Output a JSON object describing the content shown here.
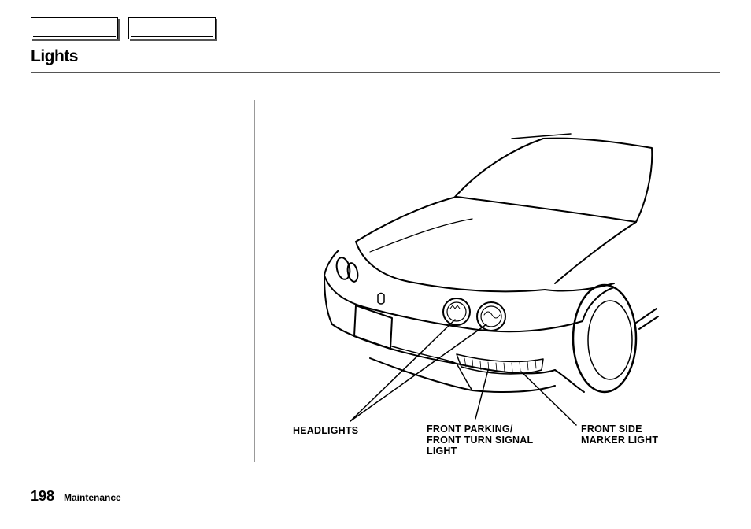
{
  "header": {
    "title": "Lights"
  },
  "figure": {
    "callouts": {
      "headlights": "HEADLIGHTS",
      "front_parking": "FRONT PARKING/\nFRONT TURN SIGNAL\nLIGHT",
      "front_side_marker": "FRONT SIDE\nMARKER LIGHT"
    }
  },
  "footer": {
    "page_number": "198",
    "section": "Maintenance"
  },
  "colors": {
    "ink": "#000000",
    "background": "#ffffff"
  }
}
